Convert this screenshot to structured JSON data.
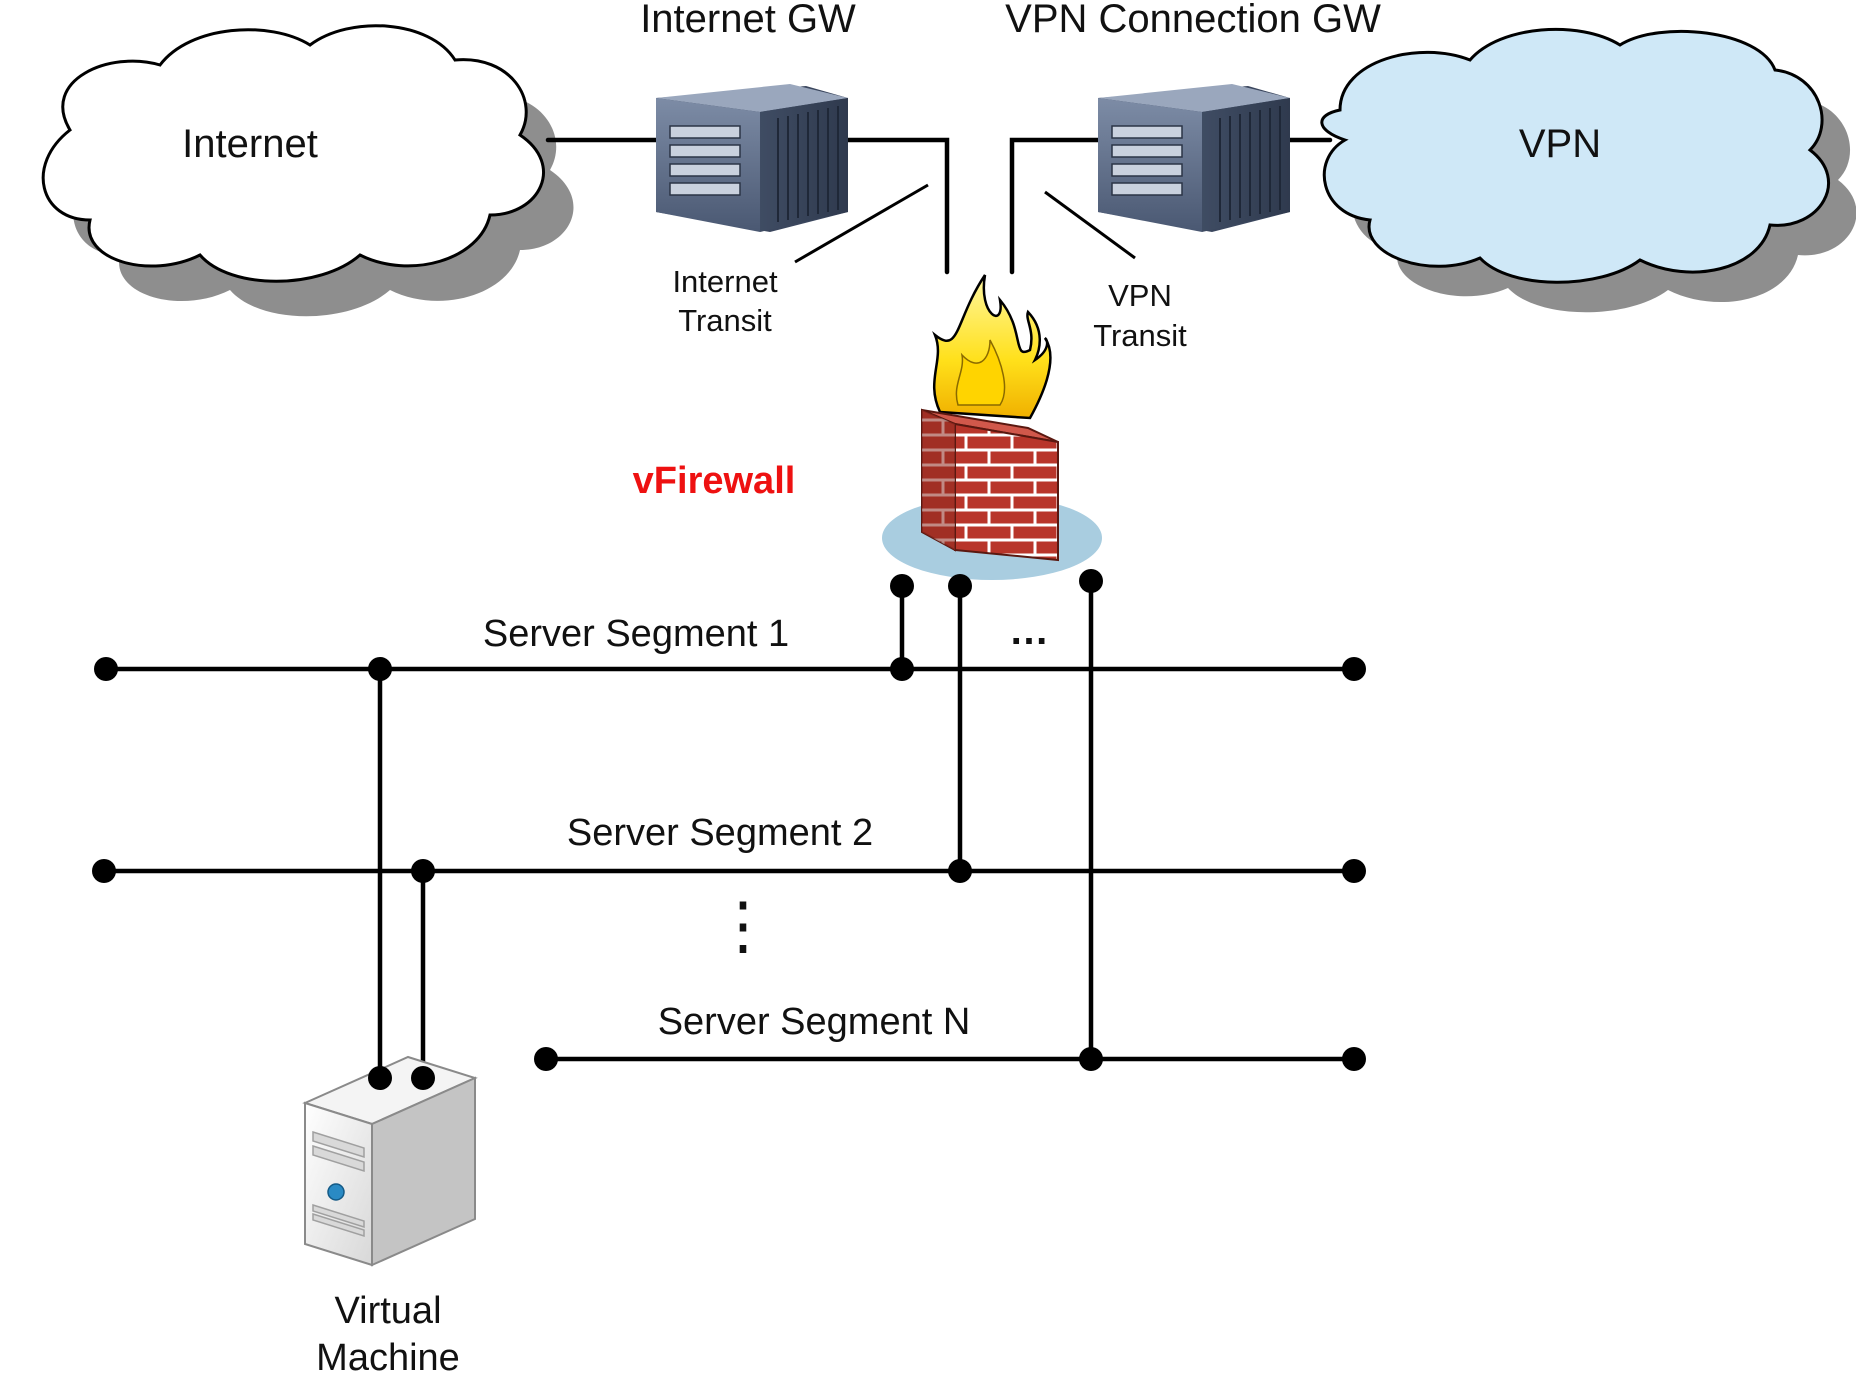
{
  "clouds": {
    "internet": "Internet",
    "vpn": "VPN"
  },
  "gateways": {
    "internet_gw": "Internet GW",
    "vpn_gw": "VPN Connection GW"
  },
  "transit": {
    "internet_line1": "Internet",
    "internet_line2": "Transit",
    "vpn_line1": "VPN",
    "vpn_line2": "Transit"
  },
  "firewall": {
    "label": "vFirewall"
  },
  "segments": {
    "seg1": "Server Segment 1",
    "seg2": "Server Segment 2",
    "segN": "Server Segment N",
    "horizontal_ellipsis": "…",
    "vertical_ellipsis": "⋮"
  },
  "vm": {
    "line1": "Virtual",
    "line2": "Machine"
  },
  "colors": {
    "firewall_label": "#ee1111",
    "vpn_cloud": "#cfe8f7",
    "internet_cloud": "#ffffff",
    "brick": "#b8352a",
    "flame": "#ffe833",
    "gateway": "#5a6a86"
  },
  "icons": {
    "internet_cloud": "cloud-icon",
    "vpn_cloud": "cloud-icon",
    "internet_gw": "server-rack-icon",
    "vpn_gw": "server-rack-icon",
    "firewall": "firewall-icon",
    "vm": "server-tower-icon"
  }
}
